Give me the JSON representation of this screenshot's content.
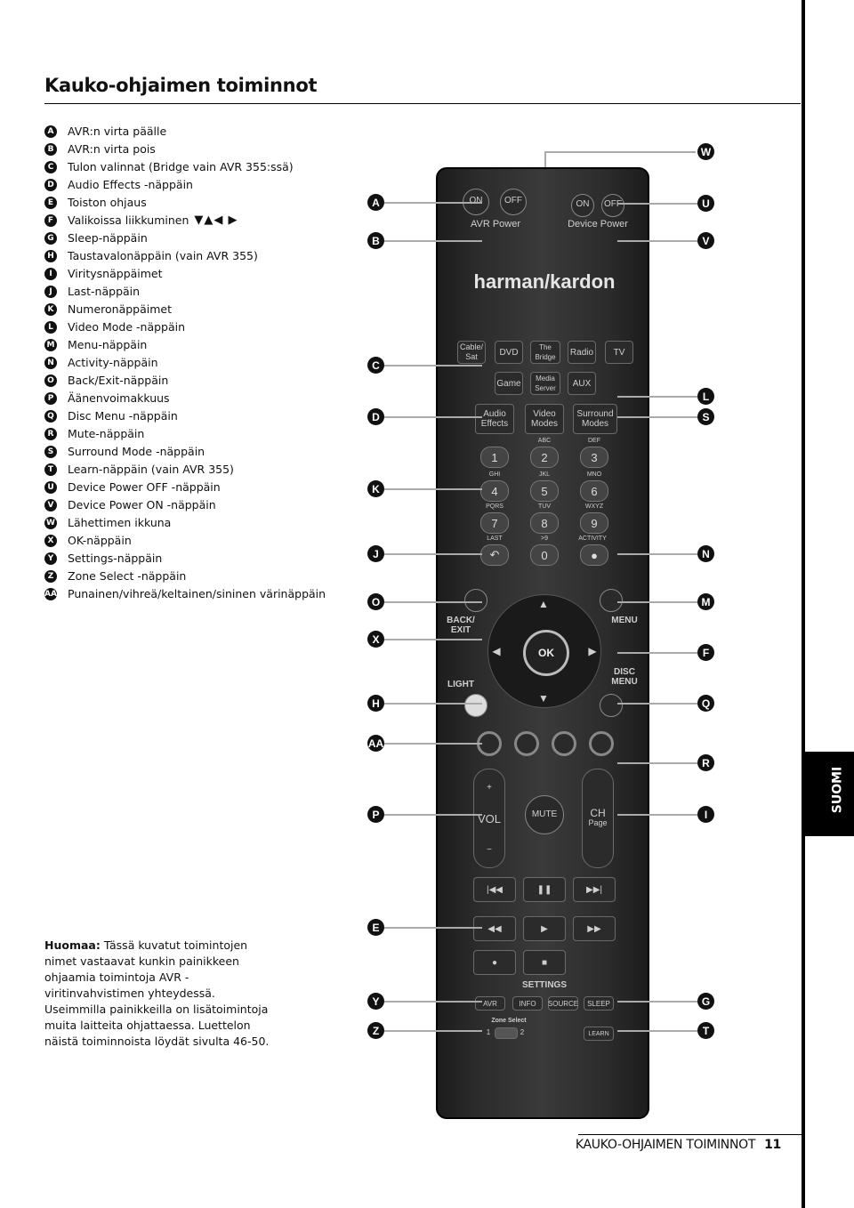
{
  "title": "Kauko-ohjaimen toiminnot",
  "legend": [
    {
      "letter": "A",
      "text": "AVR:n virta päälle"
    },
    {
      "letter": "B",
      "text": "AVR:n virta pois"
    },
    {
      "letter": "C",
      "text": "Tulon valinnat (Bridge vain AVR 355:ssä)"
    },
    {
      "letter": "D",
      "text": "Audio Effects -näppäin"
    },
    {
      "letter": "E",
      "text": "Toiston ohjaus"
    },
    {
      "letter": "F",
      "text": "Valikoissa liikkuminen"
    },
    {
      "letter": "G",
      "text": "Sleep-näppäin"
    },
    {
      "letter": "H",
      "text": "Taustavalonäppäin (vain AVR 355)"
    },
    {
      "letter": "I",
      "text": "Viritysnäppäimet"
    },
    {
      "letter": "J",
      "text": "Last-näppäin"
    },
    {
      "letter": "K",
      "text": "Numeronäppäimet"
    },
    {
      "letter": "L",
      "text": "Video Mode -näppäin"
    },
    {
      "letter": "M",
      "text": "Menu-näppäin"
    },
    {
      "letter": "N",
      "text": "Activity-näppäin"
    },
    {
      "letter": "O",
      "text": "Back/Exit-näppäin"
    },
    {
      "letter": "P",
      "text": "Äänenvoimakkuus"
    },
    {
      "letter": "Q",
      "text": "Disc Menu -näppäin"
    },
    {
      "letter": "R",
      "text": "Mute-näppäin"
    },
    {
      "letter": "S",
      "text": "Surround Mode -näppäin"
    },
    {
      "letter": "T",
      "text": "Learn-näppäin (vain AVR 355)"
    },
    {
      "letter": "U",
      "text": "Device Power OFF -näppäin"
    },
    {
      "letter": "V",
      "text": "Device Power ON -näppäin"
    },
    {
      "letter": "W",
      "text": "Lähettimen ikkuna"
    },
    {
      "letter": "X",
      "text": "OK-näppäin"
    },
    {
      "letter": "Y",
      "text": "Settings-näppäin"
    },
    {
      "letter": "Z",
      "text": "Zone Select -näppäin"
    },
    {
      "letter": "AA",
      "text": "Punainen/vihreä/keltainen/sininen värinäppäin"
    }
  ],
  "nav_arrows": "▼▲◀ ▶",
  "note": {
    "bold": "Huomaa:",
    "text": "Tässä kuvatut toimintojen nimet vastaavat kunkin painikkeen ohjaamia toimintoja AVR -viritinvahvistimen yhteydessä. Useimmilla painikkeilla on lisätoimintoja muita laitteita ohjattaessa. Luettelon näistä toiminnoista löydät sivulta 46-50."
  },
  "side_tab": "SUOMI",
  "footer": {
    "label": "KAUKO-OHJAIMEN TOIMINNOT",
    "page": "11"
  },
  "remote": {
    "brand": "harman/kardon",
    "on": "ON",
    "off": "OFF",
    "avr_power": "AVR Power",
    "device_power": "Device Power",
    "sources": [
      "Cable/ Sat",
      "DVD",
      "The Bridge",
      "Radio",
      "TV",
      "Game",
      "Media Server",
      "AUX"
    ],
    "modes": [
      "Audio Effects",
      "Video Modes",
      "Surround Modes"
    ],
    "keys": [
      "1",
      "2",
      "3",
      "4",
      "5",
      "6",
      "7",
      "8",
      "9",
      "0"
    ],
    "key_labels": [
      "ABC",
      "DEF",
      "GHI",
      "JKL",
      "MNO",
      "PQRS",
      "TUV",
      "WXYZ",
      "LAST",
      ">9",
      "ACTIVITY"
    ],
    "back_exit": "BACK/ EXIT",
    "menu": "MENU",
    "ok": "OK",
    "light": "LIGHT",
    "disc_menu": "DISC MENU",
    "vol": "VOL",
    "mute": "MUTE",
    "ch": "CH",
    "page": "Page",
    "settings": "SETTINGS",
    "settings_btns": [
      "AVR",
      "INFO",
      "SOURCE",
      "SLEEP"
    ],
    "zone_select": "Zone Select",
    "zone_1": "1",
    "zone_2": "2",
    "learn": "LEARN"
  },
  "callouts_left": [
    "A",
    "B",
    "C",
    "D",
    "K",
    "J",
    "O",
    "X",
    "H",
    "AA",
    "P",
    "E",
    "Y",
    "Z"
  ],
  "callouts_right": [
    "W",
    "U",
    "V",
    "L",
    "S",
    "N",
    "M",
    "F",
    "Q",
    "R",
    "I",
    "G",
    "T"
  ]
}
